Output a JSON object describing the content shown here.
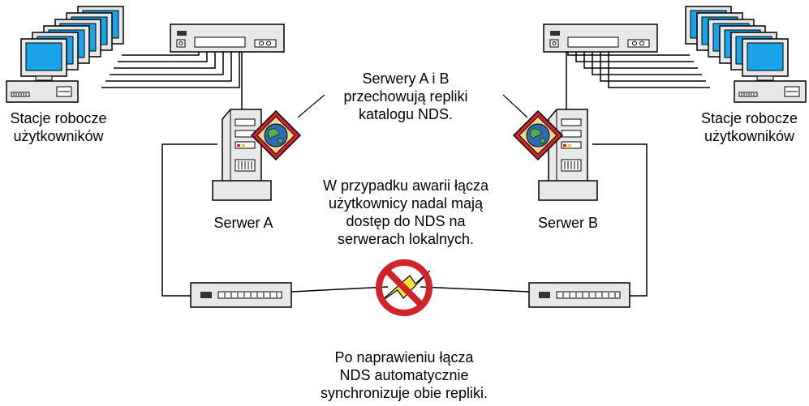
{
  "labels": {
    "workstations_left": [
      "Stacje robocze",
      "użytkowników"
    ],
    "workstations_right": [
      "Stacje robocze",
      "użytkowników"
    ],
    "server_a": "Serwer A",
    "server_b": "Serwer B",
    "replica_note": [
      "Serwery A i B",
      "przechowują repliki",
      "katalogu NDS."
    ],
    "failure_note": [
      "W przypadku awarii łącza",
      "użytkownicy nadal mają",
      "dostęp do NDS na",
      "serwerach lokalnych."
    ],
    "sync_note": [
      "Po naprawieniu łącza",
      "NDS automatycznie",
      "synchronizuje obie repliki."
    ]
  },
  "icons": {
    "hub": "network-hub-icon",
    "workstation": "workstation-icon",
    "server": "tower-server-icon",
    "replica": "nds-replica-globe-icon",
    "router": "router-icon",
    "broken_link": "lightning-bolt-icon",
    "prohibited": "prohibited-sign-icon"
  },
  "colors": {
    "monitor_screen": "#1aa3e8",
    "replica_diamond": "#d2232a",
    "replica_diamond_inner": "#f5d98a",
    "globe": "#2e6db5",
    "bolt": "#f5e53a",
    "prohibited": "#d2232a",
    "device_body": "#e8e8e8",
    "line": "#000000"
  }
}
